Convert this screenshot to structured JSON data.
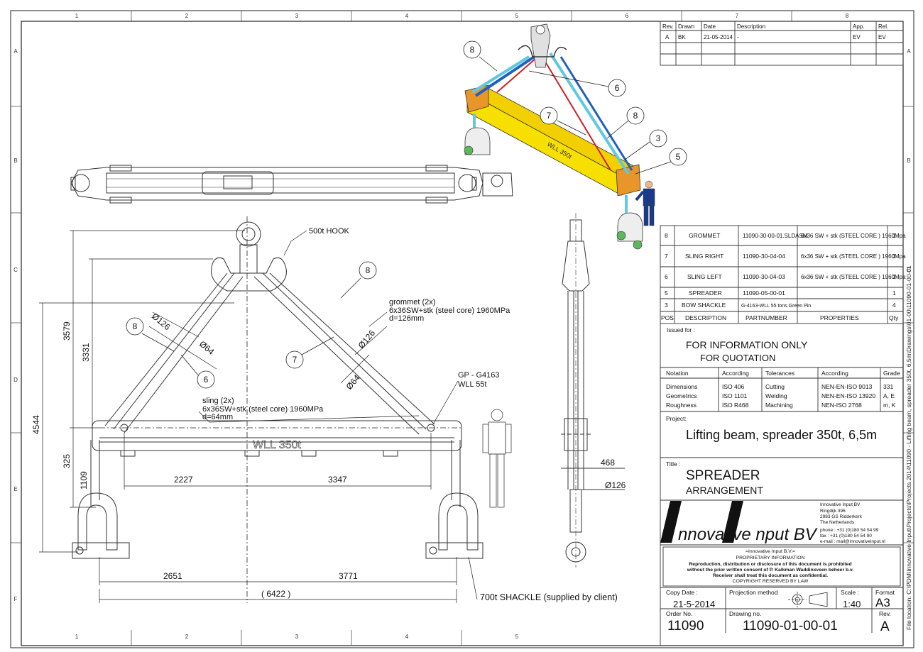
{
  "border": {
    "columns": [
      "1",
      "2",
      "3",
      "4",
      "5",
      "6",
      "7",
      "8"
    ],
    "bottom_columns": [
      "1",
      "2",
      "3",
      "4",
      "5"
    ],
    "rows": [
      "A",
      "B",
      "C",
      "D",
      "E",
      "F"
    ],
    "file_location": "File location: C:\\PDM\\Innovative Input\\Projects\\Projects 2014\\11090 - Lifting beam, spreader 350t, 6,5m\\Drawings\\01-00\\11090-01-00-01"
  },
  "revision_table": {
    "headers": [
      "Rev.",
      "Drawn",
      "Date",
      "Description",
      "App.",
      "Rel."
    ],
    "rows": [
      [
        "A",
        "BK",
        "21-05-2014",
        "-",
        "EV",
        "EV"
      ],
      [
        "",
        "",
        "",
        "",
        "",
        ""
      ],
      [
        "",
        "",
        "",
        "",
        "",
        ""
      ]
    ]
  },
  "bom": {
    "headers": [
      "POS",
      "DESCRIPTION",
      "PARTNUMBER",
      "PROPERTIES",
      "Qty"
    ],
    "rows": [
      {
        "pos": "8",
        "desc": "GROMMET",
        "part": "11090-30-00-01.SLDASM",
        "props": "6x36 SW + stk (STEEL CORE ) 1960Mpa",
        "qty": "1"
      },
      {
        "pos": "7",
        "desc": "SLING RIGHT",
        "part": "11090-30-04-04",
        "props": "6x36 SW + stk (STEEL CORE ) 1960Mpa",
        "qty": "1"
      },
      {
        "pos": "6",
        "desc": "SLING LEFT",
        "part": "11090-30-04-03",
        "props": "6x36 SW + stk (STEEL CORE ) 1960Mpa",
        "qty": "1"
      },
      {
        "pos": "5",
        "desc": "SPREADER",
        "part": "11090-05-00-01",
        "props": "",
        "qty": "1"
      },
      {
        "pos": "3",
        "desc": "BOW SHACKLE",
        "part": "G-4163-WLL 55 tons Green Pin",
        "props": "",
        "qty": "4"
      }
    ]
  },
  "issued": {
    "label": "Issued for :",
    "line1": "FOR INFORMATION ONLY",
    "line2": "FOR QUOTATION"
  },
  "notation": {
    "headers": [
      "Notation",
      "According",
      "Tolerances",
      "According",
      "Grade"
    ],
    "rows": [
      [
        "Dimensions",
        "ISO 406",
        "Cutting",
        "NEN-EN-ISO 9013",
        "331"
      ],
      [
        "Geometrics",
        "ISO 1101",
        "Welding",
        "NEN-EN-ISO 13920",
        "A, E"
      ],
      [
        "Roughness",
        "ISO R468",
        "Machining",
        "NEN-ISO 2768",
        "m, K"
      ]
    ]
  },
  "project": {
    "label": "Project:",
    "value": "Lifting beam, spreader 350t, 6,5m"
  },
  "title": {
    "label": "Title :",
    "line1": "SPREADER",
    "line2": "ARRANGEMENT"
  },
  "company": {
    "logo_text": "nnovative  nput BV",
    "name": "Innovative Input BV",
    "street": "Ringdijk 396",
    "city": "2983 GS Ridderkerk",
    "country": "The Netherlands",
    "phone": "phone : +31 (0)180 54 54 99",
    "fax": "fax      : +31 (0)180 54 54 90",
    "email": "e-mail : mail@innovativeinput.nl"
  },
  "proprietary": {
    "l1": "=Innovative Input B.V.=",
    "l2": "PROPRIETARY INFORMATION",
    "l3": "Reproduction, distribution or disclosure of this document is prohibited",
    "l4": "without the prior written consent of P. Kalkman Waddinxveen beheer b.v.",
    "l5": "Receiver shall treat this document as confidential.",
    "l6": "COPYRIGHT RESERVED BY LAW"
  },
  "footer": {
    "copy_date_label": "Copy Date :",
    "copy_date": "21-5-2014",
    "projection_label": "Projection method",
    "scale_label": "Scale :",
    "scale": "1:40",
    "format_label": "Format",
    "format": "A3",
    "order_label": "Order No.",
    "order": "11090",
    "drawing_label": "Drawing no.",
    "drawing": "11090-01-00-01",
    "rev_label": "Rev.",
    "rev": "A"
  },
  "annotations": {
    "hook": "500t HOOK",
    "grommet_l1": "grommet (2x)",
    "grommet_l2": "6x36SW+stk (steel core) 1960MPa",
    "grommet_l3": "d=126mm",
    "sling_l1": "sling (2x)",
    "sling_l2": "6x36SW+stk (steel core) 1960MPa",
    "sling_l3": "d=64mm",
    "gp_l1": "GP - G4163",
    "gp_l2": "WLL 55t",
    "shackle": "700t SHACKLE (supplied by client)",
    "wll": "WLL 350t"
  },
  "dimensions": {
    "d4544": "4544",
    "d3579": "3579",
    "d3331": "3331",
    "d325": "325",
    "d1109": "1109",
    "d2227": "2227",
    "d3347": "3347",
    "d2651": "2651",
    "d3771": "3771",
    "d6422": "( 6422 )",
    "dia126a": "Ø126",
    "dia64a": "Ø64",
    "dia126b": "Ø126",
    "dia64b": "Ø64",
    "d468": "468",
    "dia126c": "Ø126"
  },
  "balloons": {
    "b8a": "8",
    "b6a": "6",
    "b7a": "7",
    "b8b": "8",
    "b6b": "6",
    "b7b": "7",
    "b8c": "8",
    "b3": "3",
    "b5": "5"
  }
}
